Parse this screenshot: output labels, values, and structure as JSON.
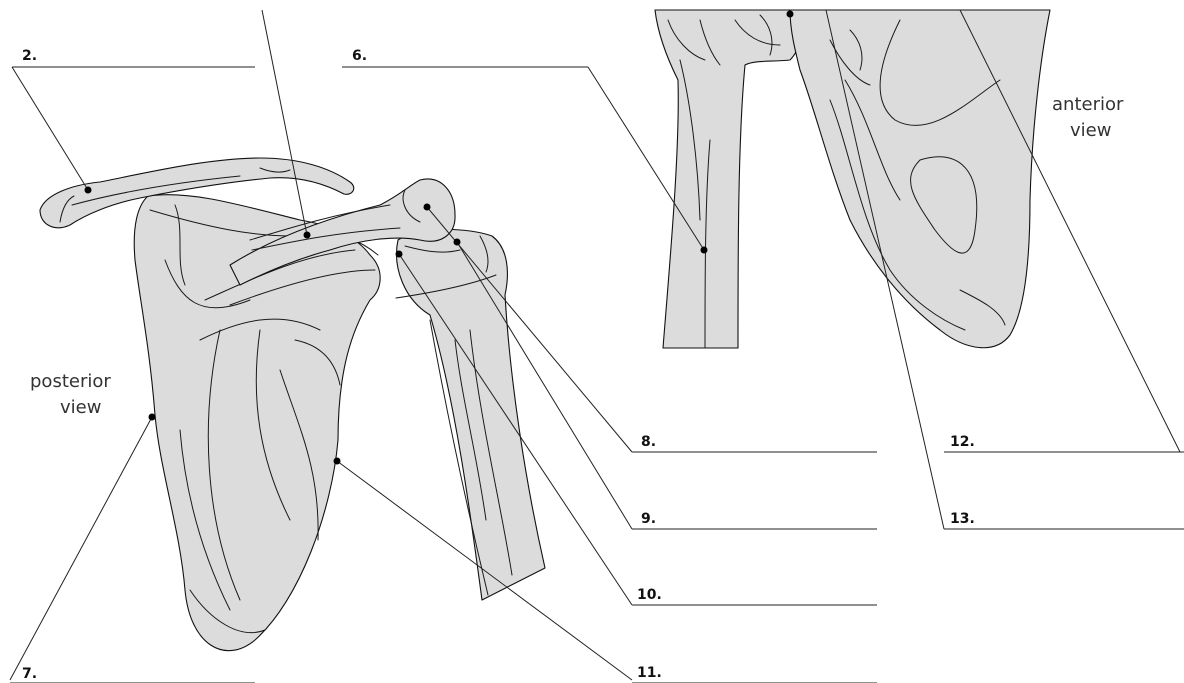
{
  "labels": {
    "l2": "2.",
    "l6": "6.",
    "l7": "7.",
    "l8": "8.",
    "l9": "9.",
    "l10": "10.",
    "l11": "11.",
    "l12": "12.",
    "l13": "13."
  },
  "views": {
    "posterior_line1": "posterior",
    "posterior_line2": "view",
    "anterior_line1": "anterior",
    "anterior_line2": "view"
  },
  "colors": {
    "bone_fill": "#dcdcdc",
    "outline": "#111111",
    "background": "#ffffff"
  }
}
